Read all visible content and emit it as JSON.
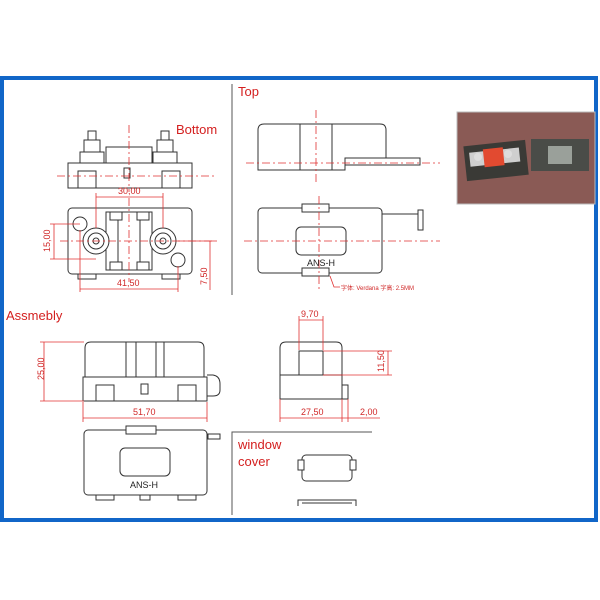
{
  "labels": {
    "top": "Top",
    "bottom": "Bottom",
    "assembly": "Assmebly",
    "window_cover_line1": "window",
    "window_cover_line2": "cover"
  },
  "dimensions": {
    "bottom_width_inner": "30,00",
    "bottom_height": "15,00",
    "bottom_width_outer": "41,50",
    "bottom_offset": "7,50",
    "side_window_width": "9,70",
    "side_window_height": "11,50",
    "side_width": "27,50",
    "side_tab": "2,00",
    "assembly_height": "25,00",
    "assembly_width": "51,70"
  },
  "markings": {
    "top_marking": "ANS-H",
    "assembly_marking": "ANS-H",
    "font_note": "字体: Verdana  字高: 2.5MM"
  },
  "colors": {
    "frame": "#1166c8",
    "dimension": "#e03030",
    "label": "#d42020",
    "photo_bg": "#8a5a55"
  }
}
